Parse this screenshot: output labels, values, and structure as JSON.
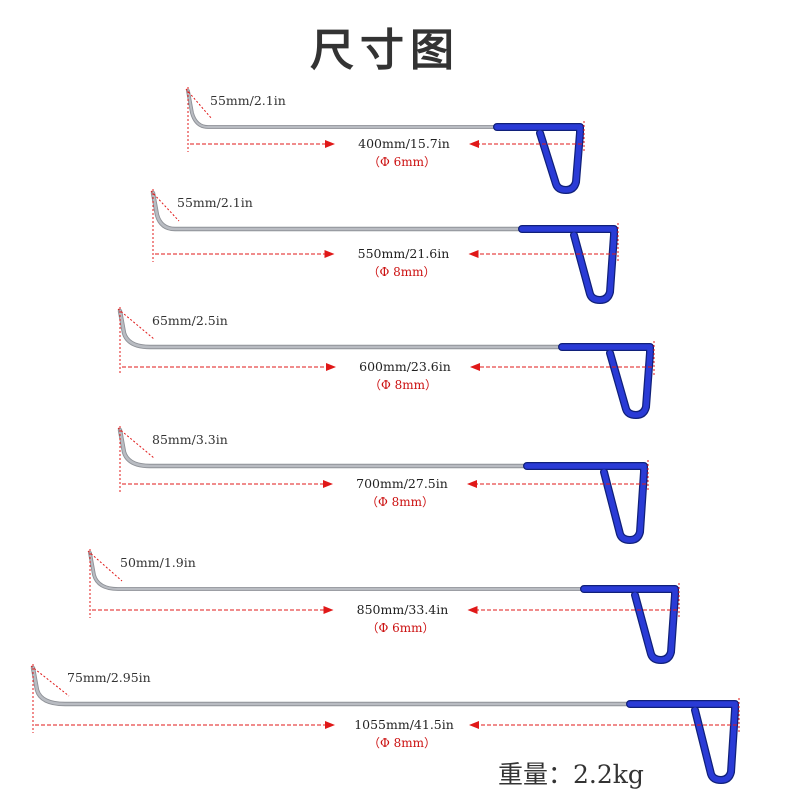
{
  "title": "尺寸图",
  "weight": "重量：2.2kg",
  "colors": {
    "handle": "#2a3bd6",
    "handle_edge": "#10207a",
    "rod": "#b9bcc2",
    "dimension": "#e01818"
  },
  "tools": [
    {
      "tip_label": "55mm/2.1in",
      "length_label": "400mm/15.7in",
      "diameter_label": "（Φ 6mm）",
      "length_mm": 400,
      "tip_mm": 55,
      "rod_mm": 6
    },
    {
      "tip_label": "55mm/2.1in",
      "length_label": "550mm/21.6in",
      "diameter_label": "（Φ 8mm）",
      "length_mm": 550,
      "tip_mm": 55,
      "rod_mm": 8
    },
    {
      "tip_label": "65mm/2.5in",
      "length_label": "600mm/23.6in",
      "diameter_label": "（Φ 8mm）",
      "length_mm": 600,
      "tip_mm": 65,
      "rod_mm": 8
    },
    {
      "tip_label": "85mm/3.3in",
      "length_label": "700mm/27.5in",
      "diameter_label": "（Φ 8mm）",
      "length_mm": 700,
      "tip_mm": 85,
      "rod_mm": 8
    },
    {
      "tip_label": "50mm/1.9in",
      "length_label": "850mm/33.4in",
      "diameter_label": "（Φ 6mm）",
      "length_mm": 850,
      "tip_mm": 50,
      "rod_mm": 6
    },
    {
      "tip_label": "75mm/2.95in",
      "length_label": "1055mm/41.5in",
      "diameter_label": "（Φ 8mm）",
      "length_mm": 1055,
      "tip_mm": 75,
      "rod_mm": 8
    }
  ]
}
